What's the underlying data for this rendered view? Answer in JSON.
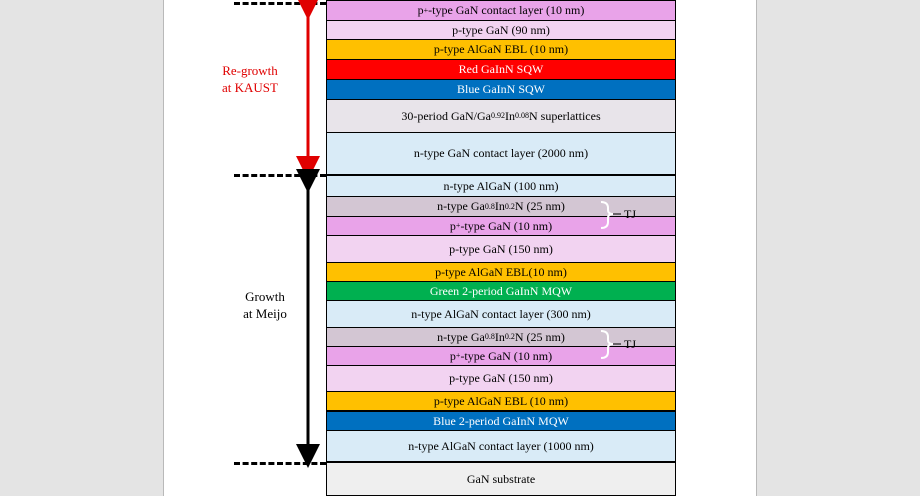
{
  "layers": [
    {
      "pre": "p",
      "sup": "+",
      "post": "-type GaN contact layer (10 nm)",
      "color": "#e9a3e9"
    },
    {
      "pre": "p-type GaN (90 nm)",
      "color": "#f2d3f1"
    },
    {
      "pre": "p-type AlGaN EBL (10 nm)",
      "color": "#ffc000"
    },
    {
      "pre": "Red GaInN SQW",
      "color": "#ff0000",
      "light": true
    },
    {
      "pre": "Blue GaInN SQW",
      "color": "#0070c0",
      "light": true
    },
    {
      "pre": "30-period GaN/Ga",
      "sub1": "0.92",
      "mid": "In",
      "sub2": "0.08",
      "post": "N superlattices",
      "color": "#e8e4ea"
    },
    {
      "pre": "n-type GaN contact layer (2000 nm)",
      "color": "#d9ebf7"
    },
    {
      "pre": "n-type AlGaN (100 nm)",
      "color": "#d9ebf7"
    },
    {
      "pre": "n-type Ga",
      "sub1": "0.8",
      "mid": "In",
      "sub2": "0.2",
      "post": "N (25 nm)",
      "color": "#d3c6d3"
    },
    {
      "pre": "p",
      "sup": "+",
      "post": "-type GaN (10 nm)",
      "color": "#e9a3e9"
    },
    {
      "pre": "p-type GaN (150 nm)",
      "color": "#f2d3f1"
    },
    {
      "pre": "p-type AlGaN  EBL(10 nm)",
      "color": "#ffc000"
    },
    {
      "pre": "Green 2-period GaInN MQW",
      "color": "#00b050",
      "light": true
    },
    {
      "pre": "n-type AlGaN contact layer (300 nm)",
      "color": "#d9ebf7"
    },
    {
      "pre": "n-type Ga",
      "sub1": "0.8",
      "mid": "In",
      "sub2": "0.2",
      "post": "N (25 nm)",
      "color": "#d3c6d3"
    },
    {
      "pre": "p",
      "sup": "+",
      "post": "-type GaN (10 nm)",
      "color": "#e9a3e9"
    },
    {
      "pre": "p-type GaN (150 nm)",
      "color": "#f2d3f1"
    },
    {
      "pre": "p-type AlGaN EBL (10 nm)",
      "color": "#ffc000"
    },
    {
      "pre": "Blue 2-period GaInN MQW",
      "color": "#0070c0",
      "light": true
    },
    {
      "pre": "n-type AlGaN contact layer (1000 nm)",
      "color": "#d9ebf7"
    },
    {
      "pre": "GaN substrate",
      "color": "#efefef"
    }
  ],
  "regrowth_label": {
    "line1": "Re-growth",
    "line2": "at KAUST",
    "color": "#e00000"
  },
  "growth_label": {
    "line1": "Growth",
    "line2": "at Meijo",
    "color": "#000000"
  },
  "tj_label": "TJ",
  "arrow_colors": {
    "regrowth": "#e00000",
    "growth": "#000000"
  }
}
